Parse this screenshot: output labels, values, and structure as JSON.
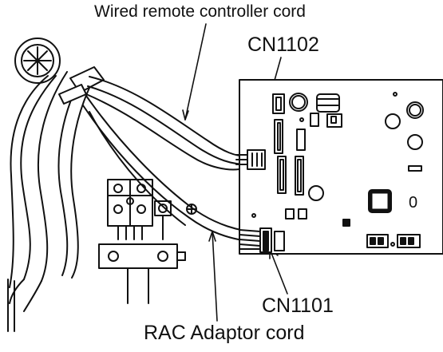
{
  "labels": {
    "wired_cord": "Wired remote controller cord",
    "cn1102": "CN1102",
    "cn1101": "CN1101",
    "rac_cord": "RAC Adaptor cord"
  },
  "board_text": {
    "digit_zero": "0"
  },
  "colors": {
    "line": "#111111",
    "background": "#ffffff"
  }
}
